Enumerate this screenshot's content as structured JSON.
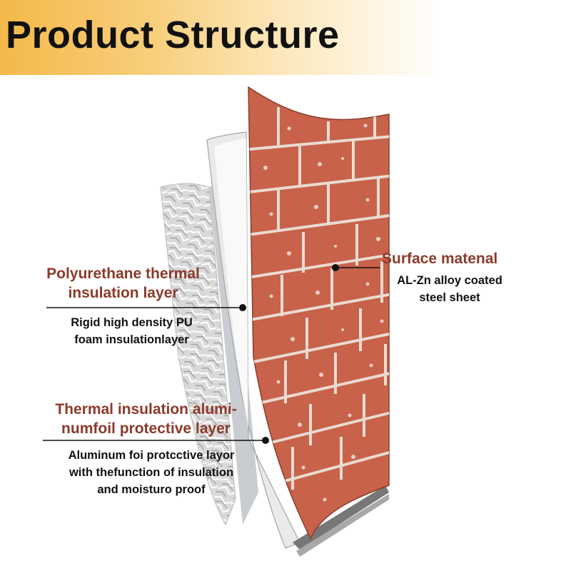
{
  "header": {
    "title": "Product Structure"
  },
  "layers": {
    "surface": {
      "title": "Surface matenal",
      "desc": [
        "AL-Zn alloy coated",
        "steel sheet"
      ]
    },
    "polyurethane": {
      "title": [
        "Polyurethane thermal",
        "insulation layer"
      ],
      "desc": [
        "Rigid high density PU",
        "foam insulationlayer"
      ]
    },
    "foil": {
      "title": [
        "Thermal insulation alumi-",
        "numfoil protective layer"
      ],
      "desc": [
        "Aluminum foi protcctive layor",
        "with thefunction of insulation",
        "and moisturo proof"
      ]
    }
  },
  "colors": {
    "brick": "#c8624a",
    "mortar": "#eadbd0",
    "label_heading": "#8b3a2a",
    "header_gold": "#f4b84a"
  }
}
